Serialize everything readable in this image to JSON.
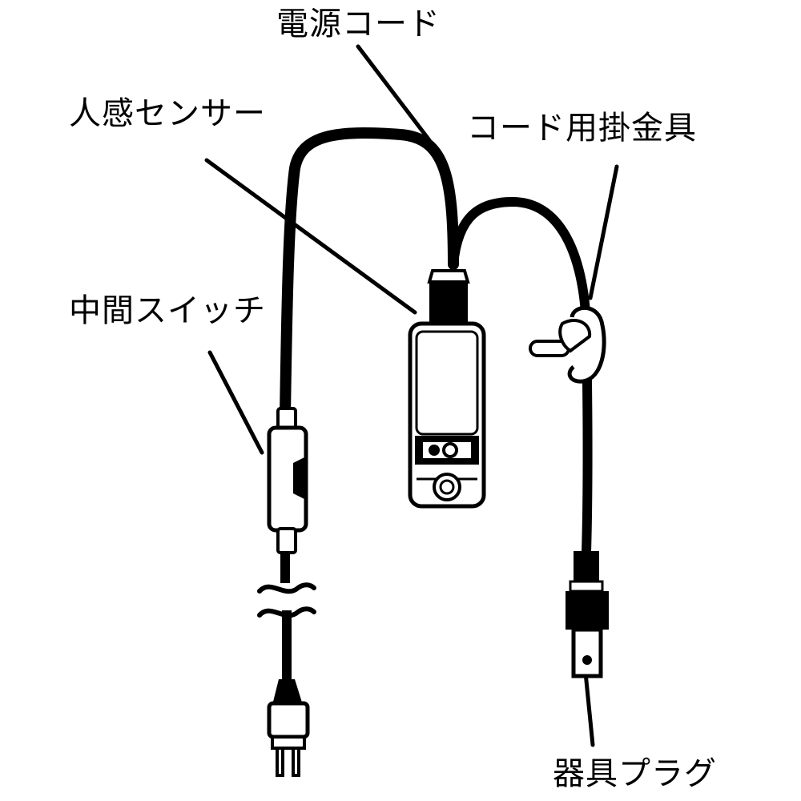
{
  "labels": {
    "power_cord": "電源コード",
    "motion_sensor": "人感センサー",
    "cord_hook": "コード用掛金具",
    "inline_switch": "中間スイッチ",
    "appliance_plug": "器具プラグ"
  },
  "colors": {
    "ink": "#000000",
    "paper": "#ffffff"
  }
}
